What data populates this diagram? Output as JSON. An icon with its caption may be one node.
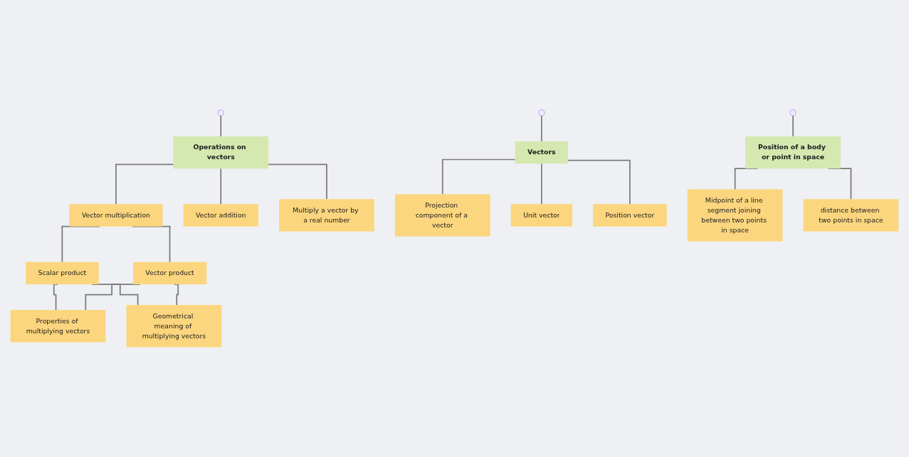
{
  "diagram": {
    "nodes": [
      {
        "text": [
          "Operations on vectors"
        ]
      },
      {
        "text": [
          "Vectors"
        ]
      },
      {
        "text": [
          "Position of a body or point in space"
        ]
      },
      {
        "text": [
          "Vector multiplication"
        ]
      },
      {
        "text": [
          "Vector addition"
        ]
      },
      {
        "text": [
          "Multiply a vector by a real number"
        ]
      },
      {
        "text": [
          "Scalar product"
        ]
      },
      {
        "text": [
          "Vector product"
        ]
      },
      {
        "text": [
          "Properties of multiplying vectors"
        ]
      },
      {
        "text": [
          "Geometrical meaning of multiplying vectors"
        ]
      },
      {
        "text": [
          "Projection component of a vector"
        ]
      },
      {
        "text": [
          "Unit vector"
        ]
      },
      {
        "text": [
          "Position vector"
        ]
      },
      {
        "text": [
          "Midpoint of a line segment joining between two points in space"
        ]
      },
      {
        "text": [
          "distance between two points in space"
        ]
      }
    ],
    "edges": [
      {
        "from": null,
        "to": 0,
        "arrow": "none"
      },
      {
        "from": null,
        "to": 1,
        "arrow": "none"
      },
      {
        "from": null,
        "to": 2,
        "arrow": "none"
      },
      {
        "from": 0,
        "to": 3,
        "arrow": "none"
      },
      {
        "from": 0,
        "to": 4,
        "arrow": "none"
      },
      {
        "from": 0,
        "to": 5,
        "arrow": "none"
      },
      {
        "from": 3,
        "to": 6,
        "arrow": "none"
      },
      {
        "from": 3,
        "to": 7,
        "arrow": "none"
      },
      {
        "from": 6,
        "to": 8,
        "arrow": "none"
      },
      {
        "from": 6,
        "to": 9,
        "arrow": "none"
      },
      {
        "from": 7,
        "to": 8,
        "arrow": "none"
      },
      {
        "from": 7,
        "to": 9,
        "arrow": "none"
      },
      {
        "from": 1,
        "to": 10,
        "arrow": "none"
      },
      {
        "from": 1,
        "to": 11,
        "arrow": "none"
      },
      {
        "from": 1,
        "to": 12,
        "arrow": "none"
      },
      {
        "from": 2,
        "to": 13,
        "arrow": "none"
      },
      {
        "from": 2,
        "to": 14,
        "arrow": "none"
      }
    ]
  }
}
